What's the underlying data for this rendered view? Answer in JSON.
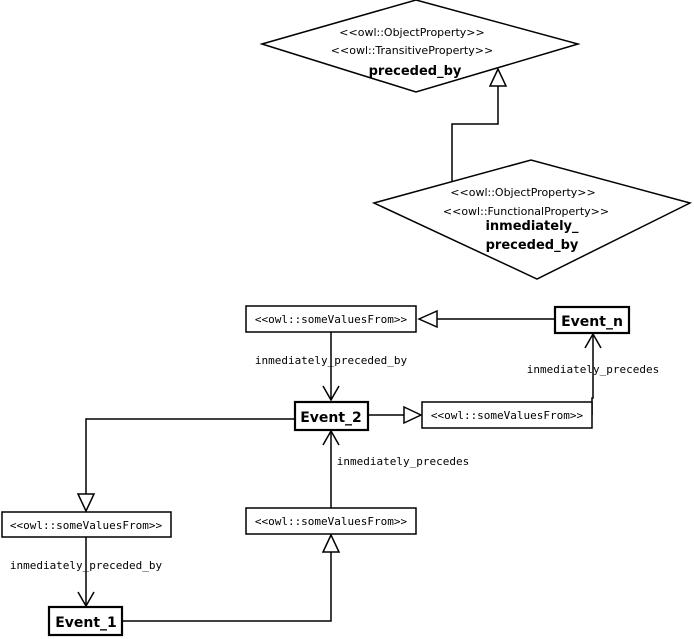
{
  "property_preceded_by": {
    "stereotype_object": "<<owl::ObjectProperty>>",
    "stereotype_transitive": "<<owl::TransitiveProperty>>",
    "name": "preceded_by"
  },
  "property_inmediately_preceded_by": {
    "stereotype_object": "<<owl::ObjectProperty>>",
    "stereotype_functional": "<<owl::FunctionalProperty>>",
    "name_line1": "inmediately_",
    "name_line2": "preceded_by"
  },
  "restrictions": {
    "top": "<<owl::someValuesFrom>>",
    "right": "<<owl::someValuesFrom>>",
    "left": "<<owl::someValuesFrom>>",
    "bottom": "<<owl::someValuesFrom>>"
  },
  "events": {
    "event_n": "Event_n",
    "event_2": "Event_2",
    "event_1": "Event_1"
  },
  "edge_labels": {
    "top_to_event2": "inmediately_preceded_by",
    "right_to_eventn": "inmediately_precedes",
    "bottom_to_event2": "inmediately_precedes",
    "left_to_event1": "inmediately_preceded_by"
  },
  "colors": {
    "line": "#000000",
    "fill": "#ffffff"
  }
}
